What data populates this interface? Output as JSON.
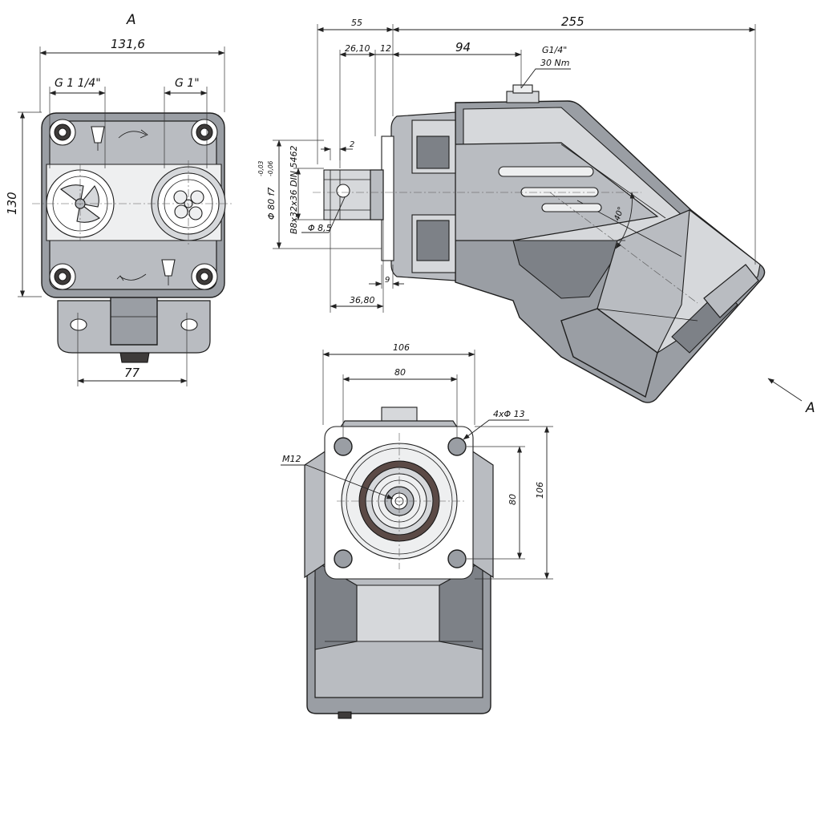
{
  "view_labels": {
    "top": "A",
    "arrow": "A"
  },
  "front_view": {
    "width_dim": "131,6",
    "height_dim": "130",
    "port_large": "G 1 1/4\"",
    "port_small": "G 1\"",
    "bolt_spacing": "77"
  },
  "side_view": {
    "dim_55": "55",
    "dim_255": "255",
    "dim_2610": "26,10",
    "dim_12": "12",
    "dim_94": "94",
    "drain_thread": "G1/4\"",
    "drain_torque": "30 Nm",
    "dim_2": "2",
    "shaft_diameter": "Φ 80 f7",
    "tol_upper": "-0,03",
    "tol_lower": "-0,06",
    "spline": "B8x32x36 DIN 5462",
    "pin_diameter": "Φ 8,5",
    "dim_9": "9",
    "dim_3680": "36,80",
    "angle": "40°"
  },
  "flange_view": {
    "dim_106_top": "106",
    "dim_80_top": "80",
    "holes": "4xΦ 13",
    "thread": "M12",
    "dim_80_side": "80",
    "dim_106_side": "106"
  }
}
